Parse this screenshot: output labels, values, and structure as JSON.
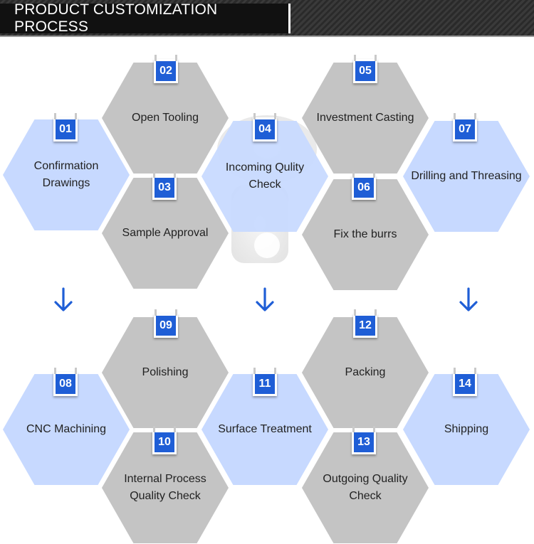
{
  "header": {
    "title": "PRODUCT CUSTOMIZATION PROCESS"
  },
  "steps": [
    {
      "num": "01",
      "label": "Confirmation Drawings"
    },
    {
      "num": "02",
      "label": "Open Tooling"
    },
    {
      "num": "03",
      "label": "Sample Approval"
    },
    {
      "num": "04",
      "label": "Incoming Qulity Check"
    },
    {
      "num": "05",
      "label": "Investment Casting"
    },
    {
      "num": "06",
      "label": "Fix the burrs"
    },
    {
      "num": "07",
      "label": "Drilling and Threasing"
    },
    {
      "num": "08",
      "label": "CNC Machining"
    },
    {
      "num": "09",
      "label": "Polishing"
    },
    {
      "num": "10",
      "label": "Internal Process Quality Check"
    },
    {
      "num": "11",
      "label": "Surface Treatment"
    },
    {
      "num": "12",
      "label": "Packing"
    },
    {
      "num": "13",
      "label": "Outgoing Quality Check"
    },
    {
      "num": "14",
      "label": "Shipping"
    }
  ],
  "colors": {
    "hex_gray": "#c4c4c4",
    "hex_blue": "#c7d9ff",
    "badge_blue": "#1f5ed6",
    "arrow_blue": "#1f5ed6"
  }
}
